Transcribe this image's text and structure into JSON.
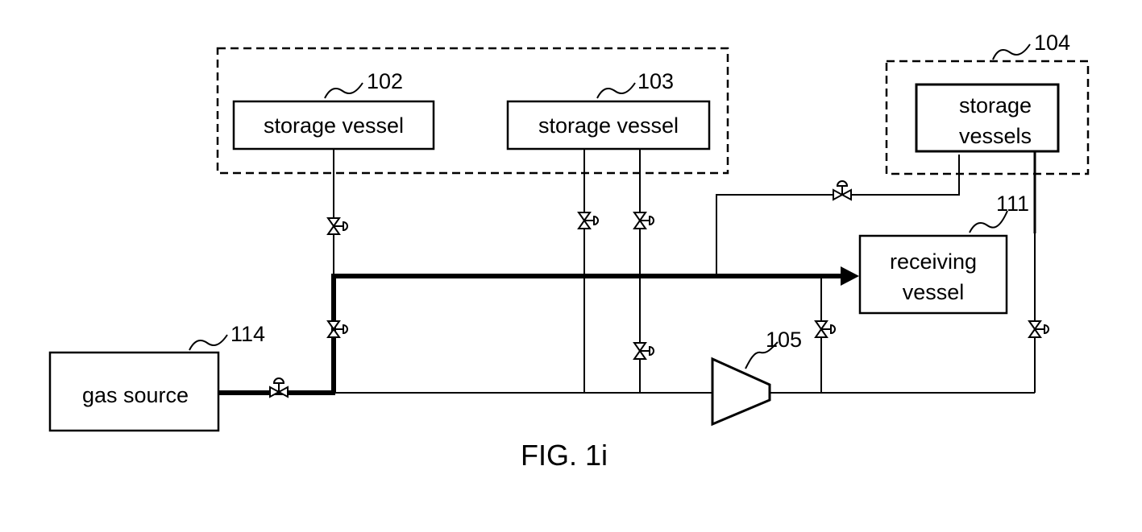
{
  "figure": {
    "caption": "FIG. 1i",
    "components": {
      "storage_vessel_102": {
        "ref": "102",
        "label": "storage vessel"
      },
      "storage_vessel_103": {
        "ref": "103",
        "label": "storage vessel"
      },
      "storage_vessels_104": {
        "ref": "104",
        "label_line1": "storage",
        "label_line2": "vessels"
      },
      "receiving_vessel_111": {
        "ref": "111",
        "label_line1": "receiving",
        "label_line2": "vessel"
      },
      "gas_source_114": {
        "ref": "114",
        "label": "gas source"
      },
      "compressor_105": {
        "ref": "105"
      }
    }
  }
}
